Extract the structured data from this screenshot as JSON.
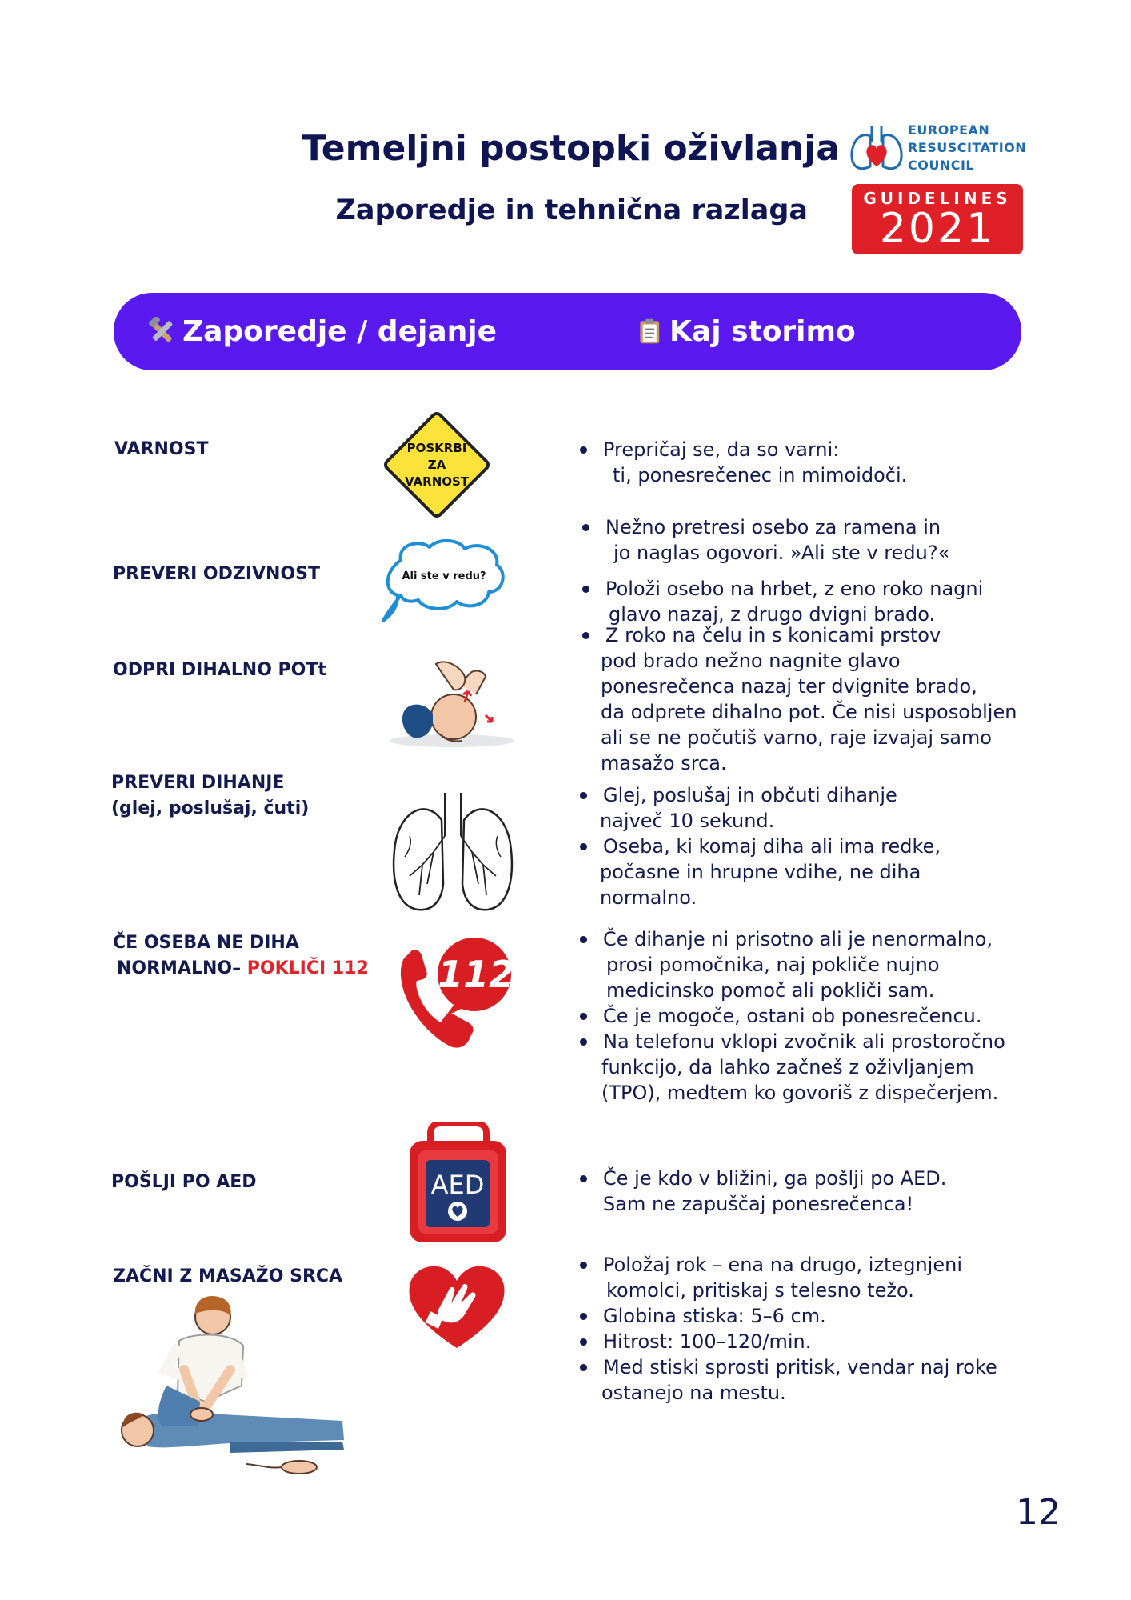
{
  "header": {
    "title": "Temeljni postopki oživlanja",
    "subtitle": "Zaporedje in tehnična razlaga"
  },
  "logo": {
    "line1": "EUROPEAN",
    "line2": "RESUSCITATION",
    "line3": "COUNCIL",
    "guidelines": "GUIDELINES",
    "year": "2021",
    "icon": "lungs-heart-icon"
  },
  "banner": {
    "left": "Zaporedje / dejanje",
    "right": "Kaj storimo",
    "left_icon": "tools-icon",
    "right_icon": "clipboard-icon",
    "color": "#5a19ee"
  },
  "steps": {
    "safety": {
      "label": "VARNOST",
      "sign_l1": "POSKRBI",
      "sign_l2": "ZA",
      "sign_l3": "VARNOST",
      "b1": "Prepričaj se, da so varni:",
      "b1c": "ti, ponesrečenec in mimoidoči."
    },
    "response": {
      "label": "PREVERI ODZIVNOST",
      "bubble": "Ali ste v redu?",
      "b1": "Nežno pretresi osebo za ramena in",
      "b1c": "jo naglas ogovori.  »Ali ste v redu?«",
      "b2": "Položi osebo na hrbet, z eno roko nagni",
      "b2c": "glavo nazaj, z drugo dvigni brado."
    },
    "airway": {
      "label": "ODPRI DIHALNO POTt",
      "b1": "Z roko na čelu in s konicami prstov",
      "b1c1": "pod brado nežno nagnite glavo",
      "b1c2": "ponesrečenca nazaj ter dvignite brado,",
      "b1c3": "da odprete dihalno pot. Če nisi usposobljen",
      "b1c4": "ali se ne počutiš varno, raje izvajaj samo",
      "b1c5": "masažo srca."
    },
    "breathing": {
      "label1": "PREVERI DIHANJE",
      "label2": "(glej, poslušaj, čuti)",
      "b1": "Glej, poslušaj in občuti dihanje",
      "b1c": "največ 10 sekund.",
      "b2": "Oseba, ki komaj diha ali ima redke,",
      "b2c1": "počasne in hrupne vdihe, ne diha",
      "b2c2": "normalno."
    },
    "call": {
      "label1": "ČE OSEBA NE DIHA",
      "label2a": "NORMALNO– ",
      "label2b": "POKLIČI  112",
      "badge": "112",
      "b1": "Če dihanje ni prisotno ali je nenormalno,",
      "b1c1": "prosi pomočnika, naj pokliče nujno",
      "b1c2": "medicinsko pomoč ali pokliči sam.",
      "b2": "Če je mogoče, ostani ob ponesrečencu.",
      "b3": "Na telefonu vklopi zvočnik ali prostoročno",
      "b3c1": "funkcijo, da lahko začneš z oživljanjem",
      "b3c2": "(TPO), medtem ko govoriš z dispečerjem."
    },
    "aed": {
      "label": "POŠLJI PO AED",
      "device": "AED",
      "b1": "Če je kdo v bližini, ga pošlji po AED.",
      "b1c": "Sam ne zapuščaj ponesrečenca!"
    },
    "cpr": {
      "label": "ZAČNI Z MASAŽO SRCA",
      "b1": "Položaj rok – ena na drugo, iztegnjeni",
      "b1c": "komolci, pritiskaj s telesno težo.",
      "b2": "Globina stiska: 5–6 cm.",
      "b3": "Hitrost: 100–120/min.",
      "b4": "Med stiski sprosti pritisk, vendar naj roke",
      "b4c": "ostanejo na mestu."
    }
  },
  "page_number": "12"
}
